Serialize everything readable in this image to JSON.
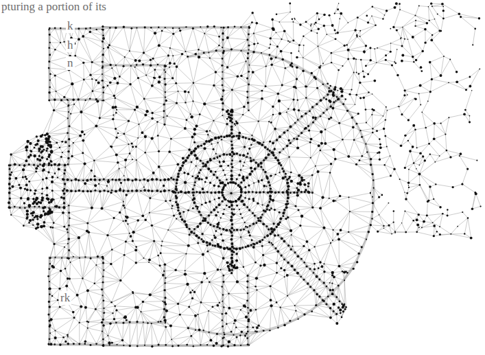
{
  "diagram": {
    "labels": [
      "pturing a portion of its",
      "k",
      "h",
      "n",
      "rk"
    ]
  }
}
